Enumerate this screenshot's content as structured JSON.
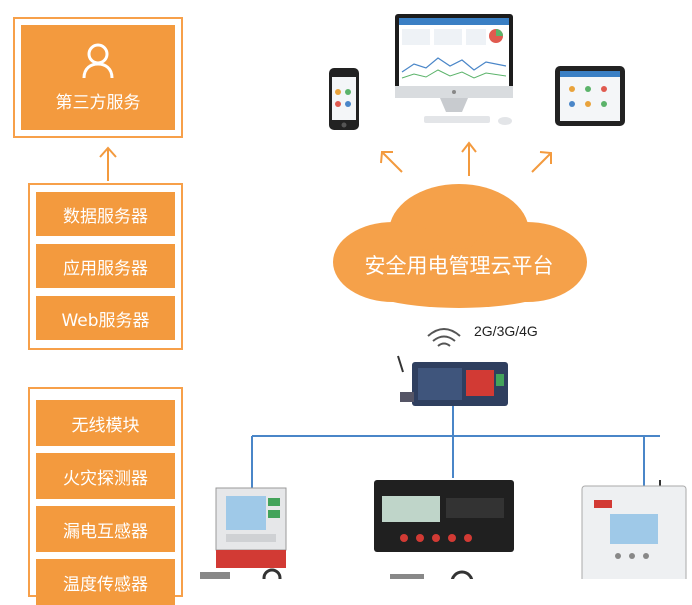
{
  "third_party": {
    "label": "第三方服务",
    "icon": "user-icon"
  },
  "servers": [
    "数据服务器",
    "应用服务器",
    "Web服务器"
  ],
  "devices": [
    "无线模块",
    "火灾探测器",
    "漏电互感器",
    "温度传感器"
  ],
  "cloud": {
    "label": "安全用电管理云平台"
  },
  "network": {
    "label": "2G/3G/4G",
    "icon": "wifi-icon"
  },
  "colors": {
    "accent": "#f39a3e",
    "border": "#f7a04a",
    "line": "#4a86c8"
  }
}
